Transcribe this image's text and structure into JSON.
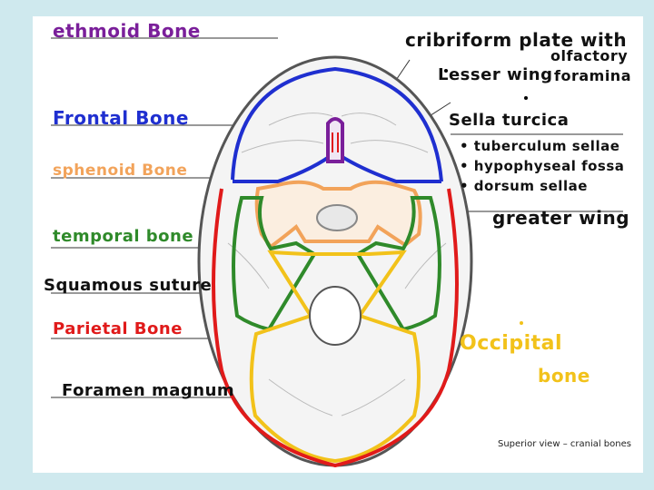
{
  "labels": {
    "ethmoid": "ethmoid Bone",
    "frontal": "Frontal Bone",
    "sphenoid": "sphenoid Bone",
    "temporal": "temporal bone",
    "squamous": "Squamous suture",
    "parietal": "Parietal Bone",
    "foramen": "Foramen magnum",
    "cribriform_1": "cribriform plate with",
    "cribriform_2": "olfactory",
    "cribriform_3": "foramina",
    "lesser_wing": "Lesser wing",
    "sella": "Sella turcica",
    "sella_1": "• tuberculum sellae",
    "sella_2": "• hypophyseal fossa",
    "sella_3": "• dorsum sellae",
    "greater_wing": "greater wing",
    "occipital_1": "Occipital",
    "occipital_2": "bone"
  },
  "caption": "Superior view – cranial bones",
  "colors": {
    "background": "#cfe9ee",
    "ethmoid": "#7a1f9a",
    "frontal": "#1f2fd0",
    "sphenoid": "#f2a35a",
    "temporal": "#2f8a2a",
    "parietal": "#e01a1a",
    "occipital": "#f2c21a"
  }
}
